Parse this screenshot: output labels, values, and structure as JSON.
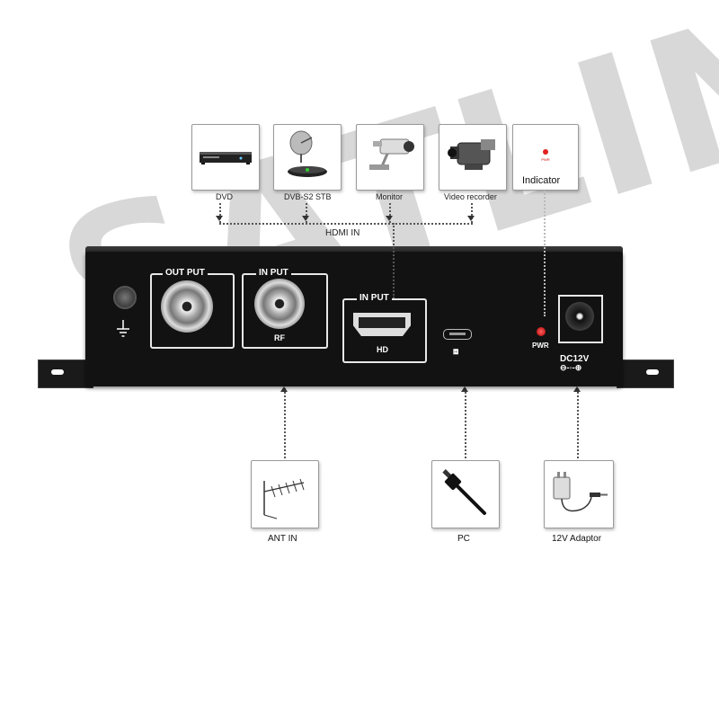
{
  "watermark": "SATLINK",
  "top_sources": [
    {
      "label": "DVD",
      "icon": "dvd-player-icon"
    },
    {
      "label": "DVB-S2 STB",
      "icon": "satellite-dish-stb-icon"
    },
    {
      "label": "Monitor",
      "icon": "security-camera-icon"
    },
    {
      "label": "Video recorder",
      "icon": "camcorder-icon"
    }
  ],
  "hdmi_in_label": "HDMI IN",
  "indicator": {
    "label": "Indicator",
    "led_caption": "PWR"
  },
  "panel": {
    "output_title": "OUT PUT",
    "input_title": "IN PUT",
    "rf_label": "RF",
    "hdmi_title": "IN PUT",
    "hdmi_label": "HD",
    "pwr_label": "PWR",
    "dc_label": "DC12V",
    "polarity": "⊖-◦-⊕"
  },
  "bottom_targets": [
    {
      "label": "ANT IN",
      "icon": "antenna-icon"
    },
    {
      "label": "PC",
      "icon": "usb-cable-icon"
    },
    {
      "label": "12V Adaptor",
      "icon": "power-adaptor-icon"
    }
  ],
  "colors": {
    "device": "#121212",
    "led": "#e02020",
    "panel_text": "#ffffff"
  }
}
